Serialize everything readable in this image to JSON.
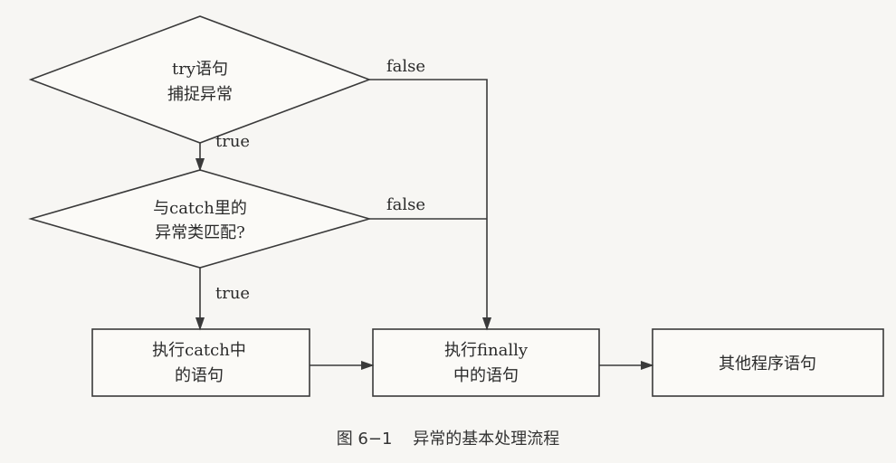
{
  "nodes": {
    "try_catch": {
      "line1": "try语句",
      "line2": "捕捉异常"
    },
    "match": {
      "line1": "与catch里的",
      "line2": "异常类匹配?"
    },
    "catch_exec": {
      "line1": "执行catch中",
      "line2": "的语句"
    },
    "finally_exec": {
      "line1": "执行finally",
      "line2": "中的语句"
    },
    "other": {
      "line1": "其他程序语句"
    }
  },
  "edges": {
    "try_false": "false",
    "try_true": "true",
    "match_false": "false",
    "match_true": "true"
  },
  "caption": "图 6−1    异常的基本处理流程"
}
